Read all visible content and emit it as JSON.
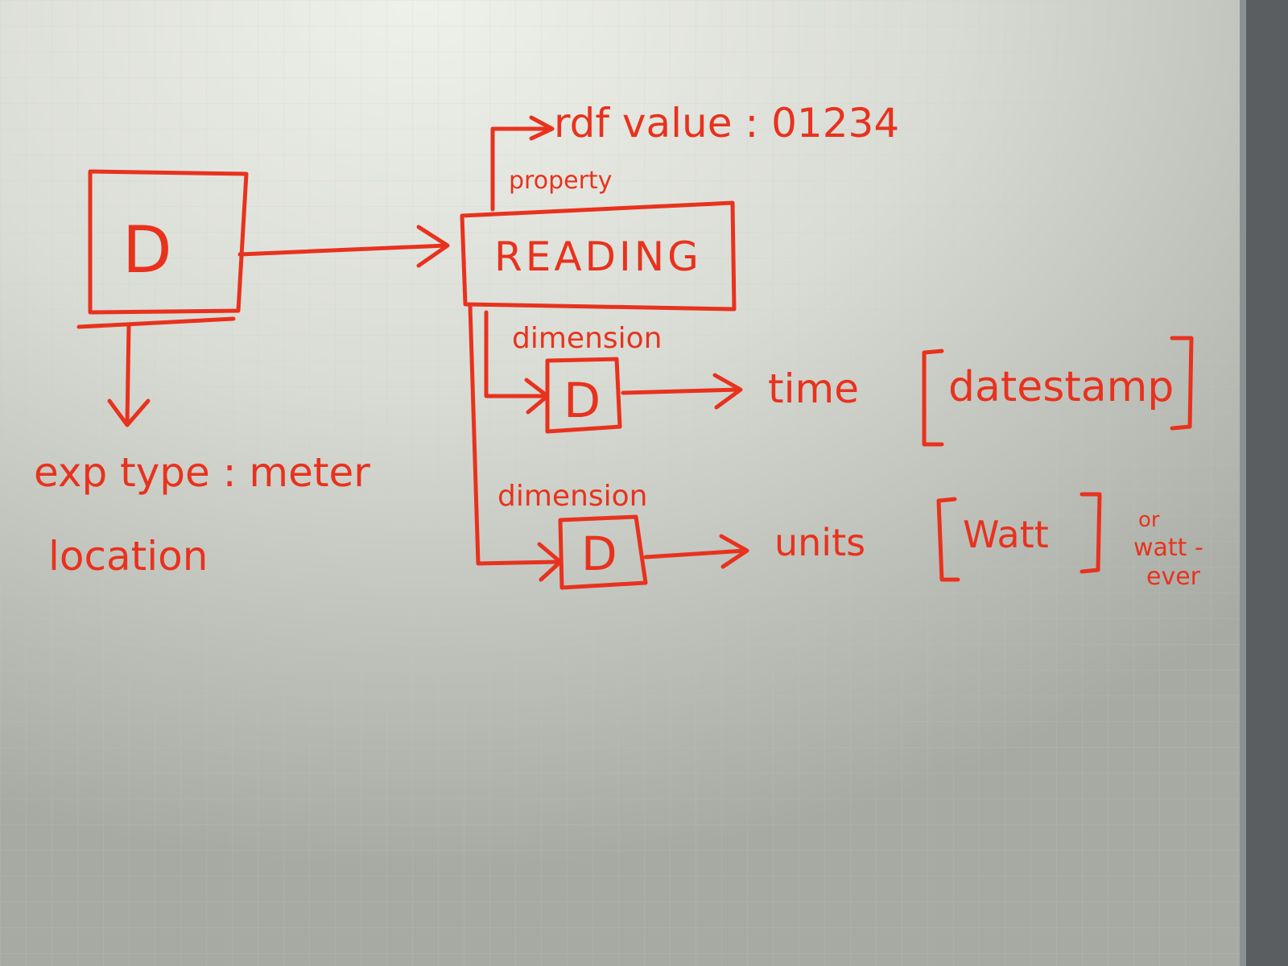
{
  "colors": {
    "ink": "#e8321e",
    "board": "#d9dcd3",
    "board_shadow": "#9da099",
    "frame": "#55585a",
    "grid": "#c9ccc4"
  },
  "nodes": {
    "left_box": "D",
    "reading": "READING",
    "time_box": "D",
    "units_box": "D"
  },
  "labels": {
    "rdf_value": "rdf value : 01234",
    "property": "property",
    "dimension_1": "dimension",
    "dimension_2": "dimension",
    "time": "time",
    "datestamp": "datestamp",
    "units": "units",
    "watt": "Watt",
    "or": "or",
    "watt_dash": "watt -",
    "ever": "ever",
    "exp_type": "exp type : meter",
    "location": "location"
  }
}
